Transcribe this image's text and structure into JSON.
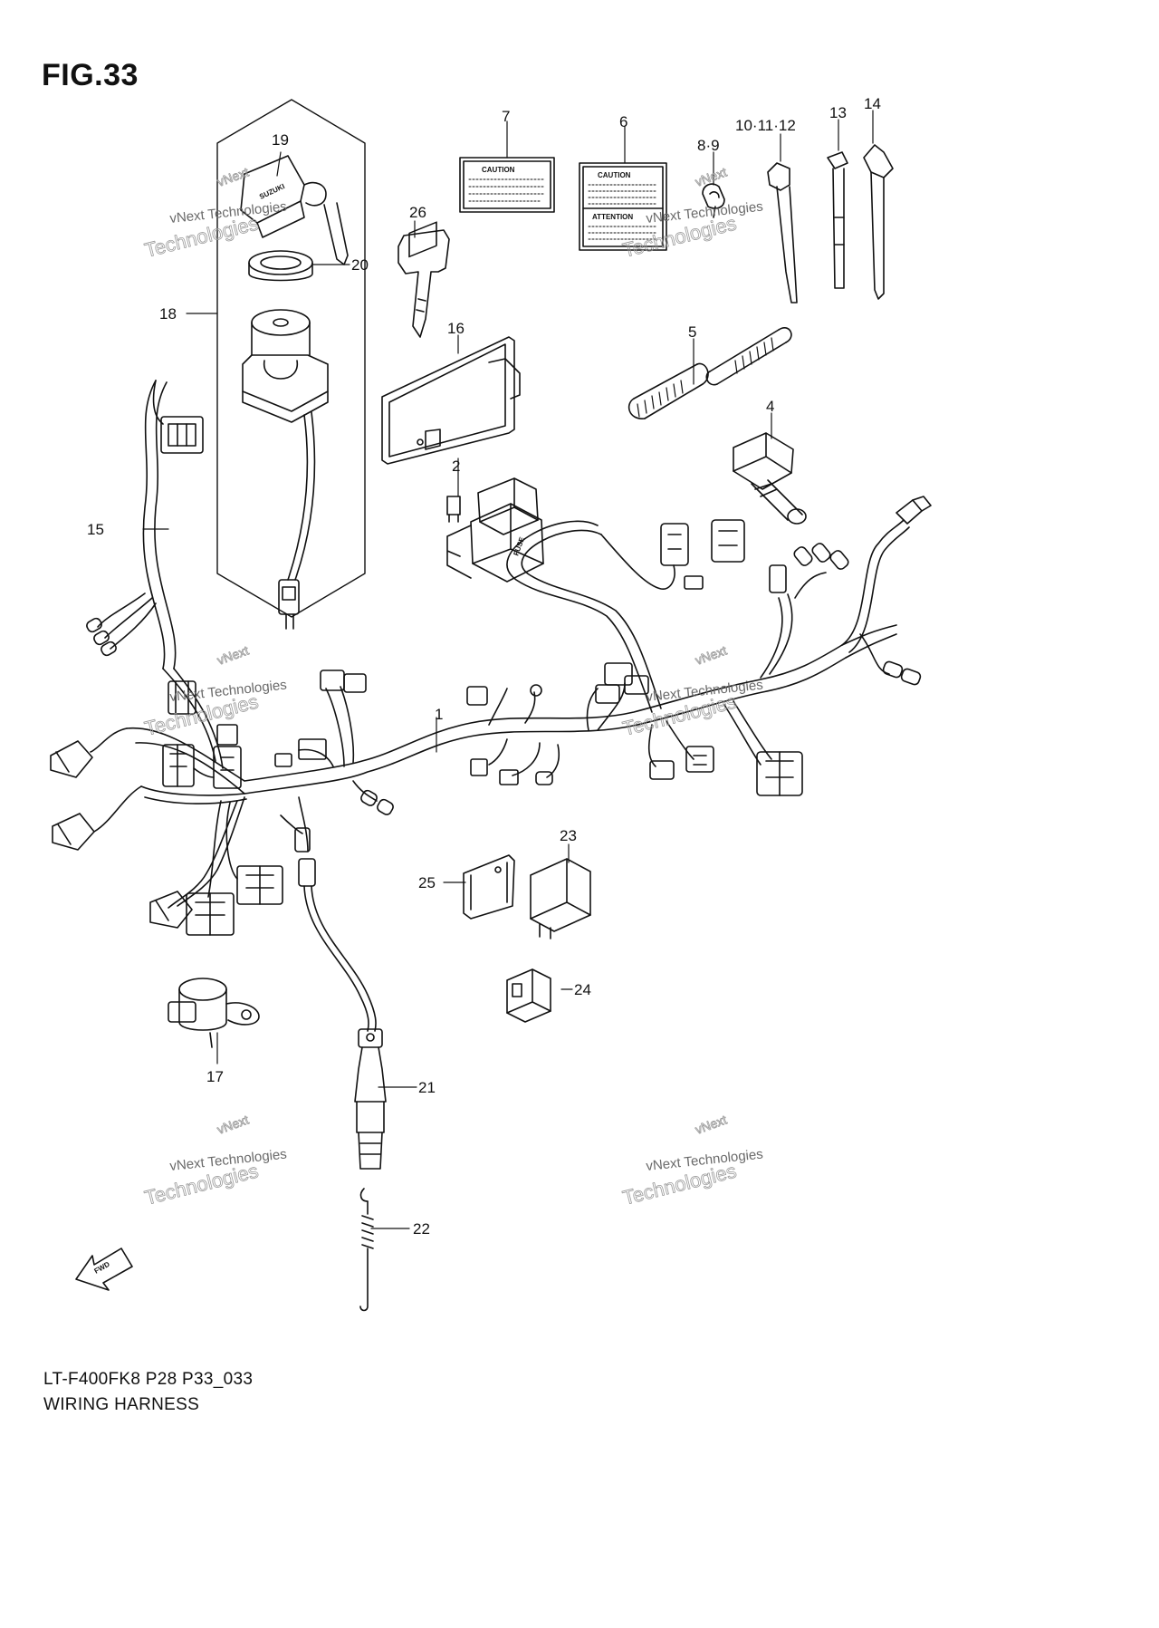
{
  "figure": {
    "title": "FIG.33",
    "model_code": "LT-F400FK8 P28 P33_033",
    "caption": "WIRING HARNESS"
  },
  "callouts": [
    "1",
    "2",
    "4",
    "5",
    "6",
    "7",
    "8·9",
    "10·11·12",
    "13",
    "14",
    "15",
    "16",
    "17",
    "18",
    "19",
    "20",
    "21",
    "22",
    "23",
    "24",
    "25",
    "26"
  ],
  "part_labels": {
    "caution": "CAUTION",
    "attention": "ATTENTION",
    "fuse": "FUSE",
    "brand": "SUZUKI",
    "fwd": "FWD"
  },
  "watermark": {
    "line1": "vNext Technologies",
    "line2": "Technologies",
    "line3": "vNext"
  }
}
